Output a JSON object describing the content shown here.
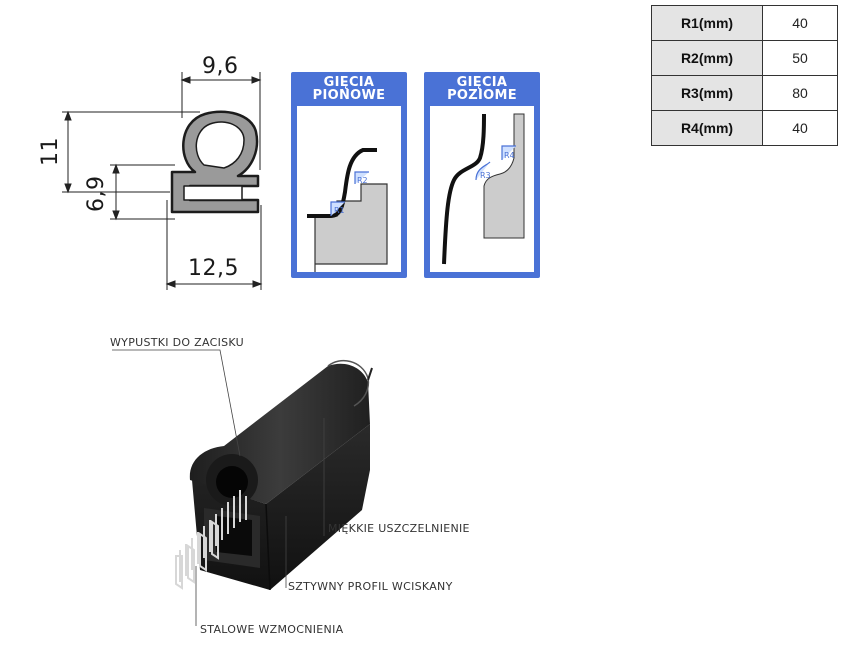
{
  "dimensions": {
    "top_width": "9,6",
    "height": "11",
    "clamp_height": "6,9",
    "bottom_width": "12,5"
  },
  "panels": {
    "vertical": {
      "line1": "GIĘCIA",
      "line2": "PIONOWE",
      "r_lower": "R1",
      "r_upper": "R2"
    },
    "horizontal": {
      "line1": "GIĘCIA",
      "line2": "POZIOME",
      "r_lower": "R3",
      "r_upper": "R4"
    }
  },
  "spec_table": {
    "rows": [
      {
        "label": "R1(mm)",
        "value": "40"
      },
      {
        "label": "R2(mm)",
        "value": "50"
      },
      {
        "label": "R3(mm)",
        "value": "80"
      },
      {
        "label": "R4(mm)",
        "value": "40"
      }
    ]
  },
  "callouts": {
    "lips": "WYPUSTKI DO ZACISKU",
    "soft_seal": "MIĘKKIE USZCZELNIENIE",
    "rigid_profile": "SZTYWNY PROFIL WCISKANY",
    "steel": "STALOWE WZMOCNIENIA"
  },
  "colors": {
    "panel_blue": "#4a72d6",
    "profile_dark": "#2b2b2b",
    "fill_grey": "#cfcfcf"
  }
}
